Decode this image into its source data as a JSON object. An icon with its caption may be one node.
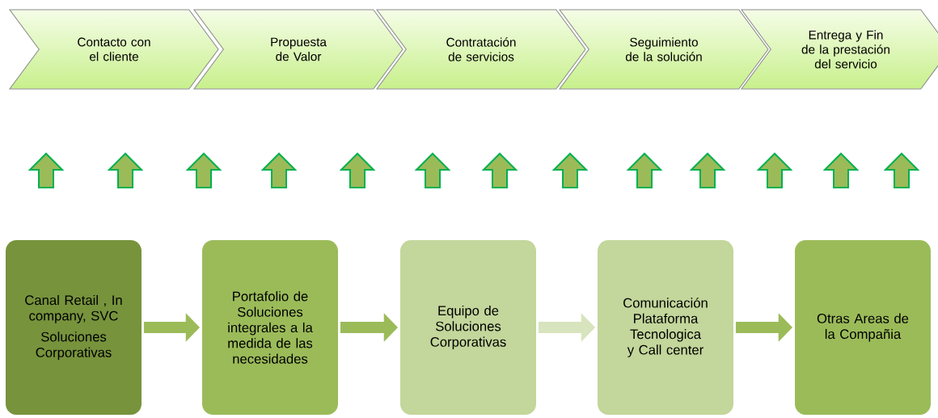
{
  "diagram": {
    "nodes": [
      {
        "text": [
          "Contacto con el cliente"
        ]
      },
      {
        "text": [
          "Propuesta de Valor"
        ]
      },
      {
        "text": [
          "Contratación de servicios"
        ]
      },
      {
        "text": [
          "Seguimiento de la solución"
        ]
      },
      {
        "text": [
          "Entrega y Fin de la prestación del servicio"
        ]
      },
      {
        "text": [
          "Canal Retail , In company, SVC",
          "Soluciones Corporativas"
        ]
      },
      {
        "text": [
          "Portafolio de Soluciones integrales a la medida de las necesidades"
        ]
      },
      {
        "text": [
          "Equipo de Soluciones Corporativas"
        ]
      },
      {
        "text": [
          "Comunicación Plataforma Tecnologica y Call center"
        ]
      },
      {
        "text": [
          "Otras Areas de la Compañia"
        ]
      }
    ],
    "edges": [
      {
        "from": 5,
        "to": 6,
        "arrow": "to"
      },
      {
        "from": 6,
        "to": 7,
        "arrow": "to"
      },
      {
        "from": 7,
        "to": 8,
        "arrow": "to",
        "color": "#d7e4bd"
      },
      {
        "from": 8,
        "to": 9,
        "arrow": "to"
      }
    ]
  }
}
